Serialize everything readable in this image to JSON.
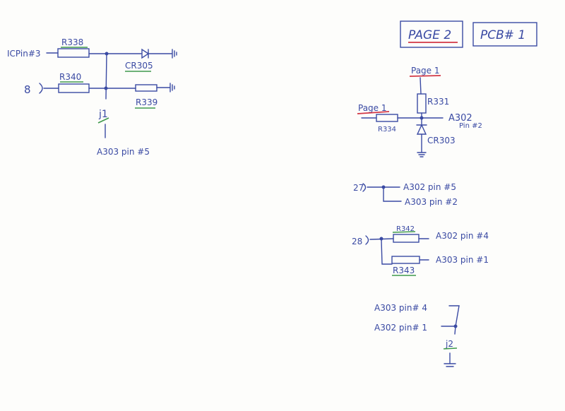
{
  "header": {
    "page_label": "PAGE 2",
    "pcb_label": "PCB# 1"
  },
  "circuit_left": {
    "input_top": "ICPin#3",
    "input_bottom": "8",
    "r_top": "R338",
    "r_bottom": "R340",
    "diode": "CR305",
    "r_ground": "R339",
    "junction": "j1",
    "output": "A303  pin #5"
  },
  "circuit_right_top": {
    "page_ref_top": "Page 1",
    "page_ref_left": "Page 1",
    "r_vertical": "R331",
    "r_horizontal": "R334",
    "output": "A302",
    "output_pin": "Pin #2",
    "diode": "CR303"
  },
  "connector_27": {
    "pin": "27",
    "out1": "A302  pin #5",
    "out2": "A303  pin #2"
  },
  "connector_28": {
    "pin": "28",
    "r_top": "R342",
    "r_bottom": "R343",
    "out1": "A302  pin #4",
    "out2": "A303  pin #1"
  },
  "junction_2": {
    "in1": "A303 pin# 4",
    "in2": "A302 pin# 1",
    "label": "j2"
  }
}
